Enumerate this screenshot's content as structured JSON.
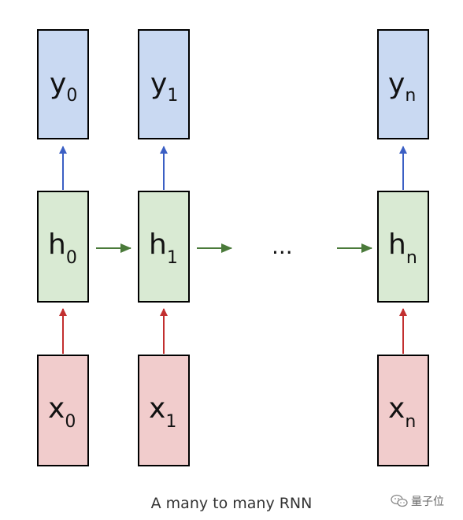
{
  "diagram": {
    "columns": [
      {
        "output": {
          "label": "y",
          "sub": "0"
        },
        "hidden": {
          "label": "h",
          "sub": "0"
        },
        "input": {
          "label": "x",
          "sub": "0"
        }
      },
      {
        "output": {
          "label": "y",
          "sub": "1"
        },
        "hidden": {
          "label": "h",
          "sub": "1"
        },
        "input": {
          "label": "x",
          "sub": "1"
        }
      },
      {
        "output": {
          "label": "y",
          "sub": "n"
        },
        "hidden": {
          "label": "h",
          "sub": "n"
        },
        "input": {
          "label": "x",
          "sub": "n"
        }
      }
    ],
    "ellipsis": "...",
    "colors": {
      "output_fill": "#c9d9f2",
      "hidden_fill": "#d9ead3",
      "input_fill": "#f1cccc",
      "output_arrow": "#3b5fc4",
      "hidden_arrow": "#4a7a3a",
      "input_arrow": "#c22f2f"
    }
  },
  "caption": "A many to many RNN",
  "watermark": "量子位"
}
